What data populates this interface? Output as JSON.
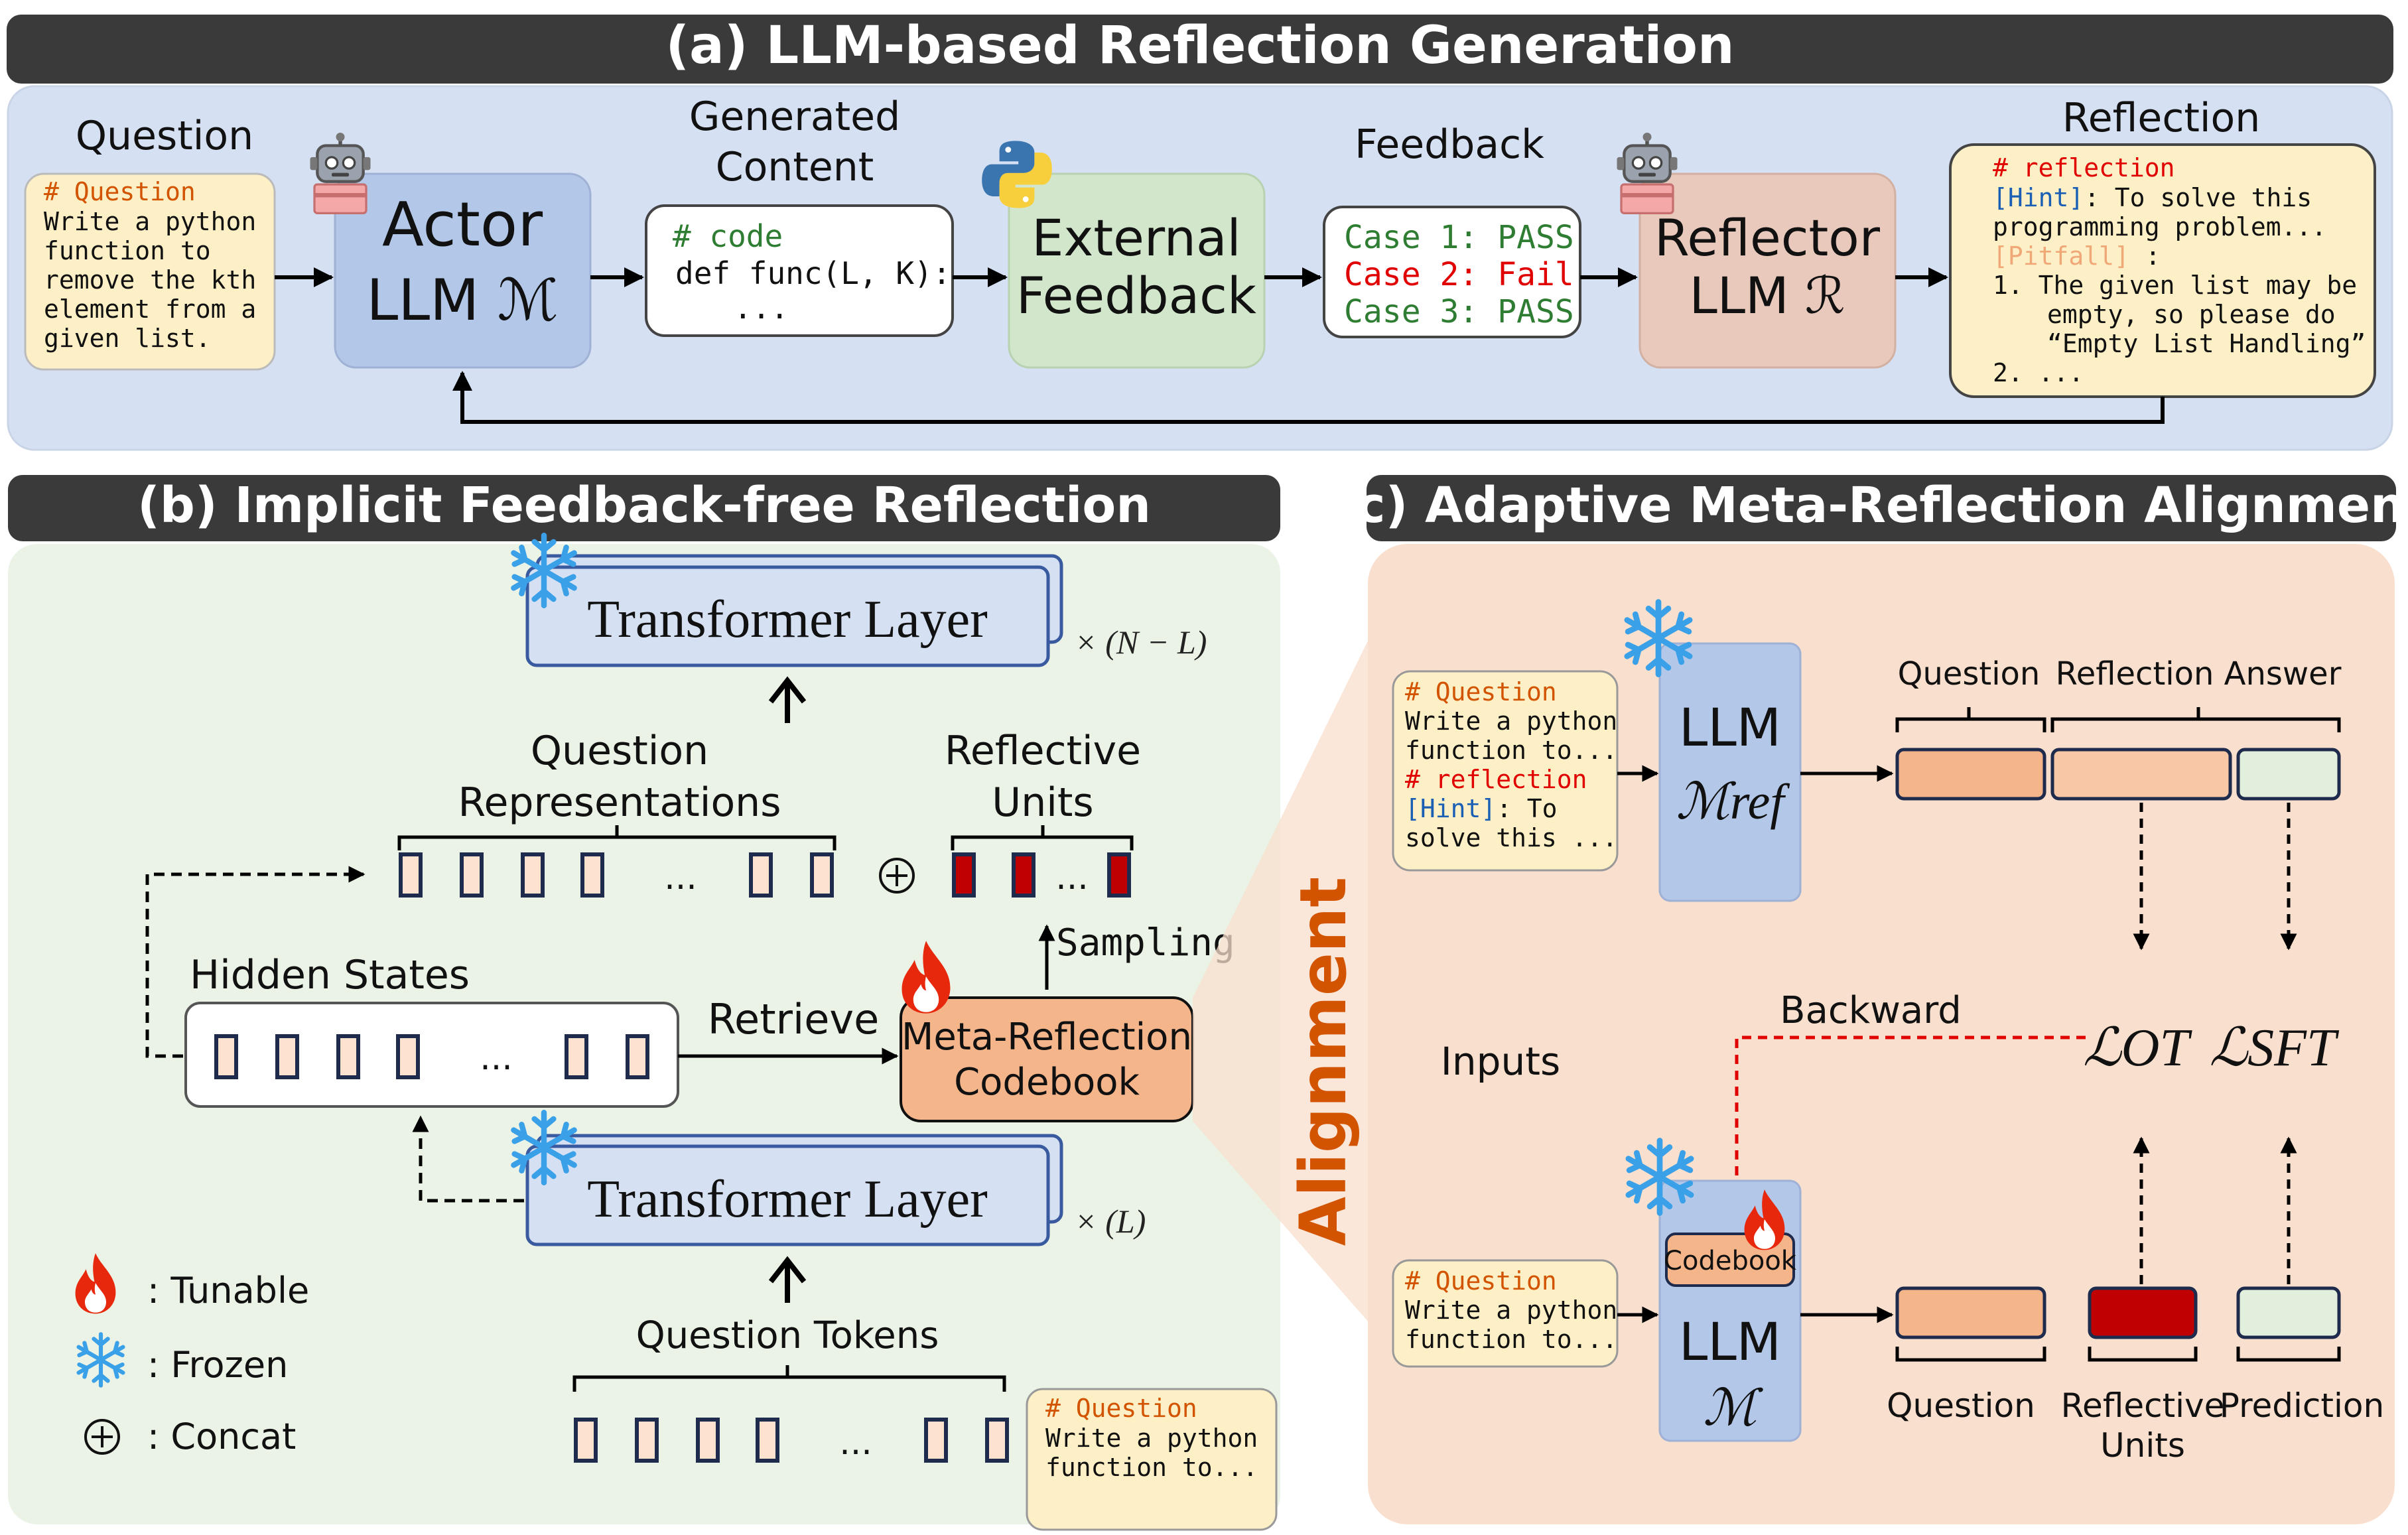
{
  "panel_a": {
    "title": "(a) LLM-based Reflection Generation",
    "question_label": "Question",
    "question_card": {
      "header": "# Question",
      "lines": [
        "Write a python",
        "function to",
        "remove the kth",
        "element from a",
        "given list."
      ]
    },
    "actor": {
      "line1": "Actor",
      "line2": "LLM ℳ"
    },
    "generated_label": {
      "line1": "Generated",
      "line2": "Content"
    },
    "code_card": {
      "header": "# code",
      "line1": "def func(L, K):",
      "line2": "..."
    },
    "external": {
      "line1": "External",
      "line2": "Feedback"
    },
    "feedback_label": "Feedback",
    "feedback_cases": [
      {
        "text": "Case 1: PASS",
        "color": "#2e7d32"
      },
      {
        "text": "Case 2: Fail",
        "color": "#e00000"
      },
      {
        "text": "Case 3: PASS",
        "color": "#2e7d32"
      }
    ],
    "reflector": {
      "line1": "Reflector",
      "line2": "LLM ℛ"
    },
    "reflection_label": "Reflection",
    "reflection_card": {
      "header": "# reflection",
      "hint_tag": "[Hint]",
      "hint_text": ": To solve this",
      "hint_line2": "programming problem...",
      "pitfall_tag": "[Pitfall]",
      "pitfall_colon": ":",
      "item1_line1": "1.  The given list may be",
      "item1_line2": "empty, so please do",
      "item1_line3": "“Empty List Handling”",
      "item2": "2.  ..."
    }
  },
  "panel_b": {
    "title": "(b) Implicit Feedback-free Reflection",
    "top_transformer": "Transformer Layer",
    "top_multiplier": "× (N − L)",
    "question_repr": {
      "line1": "Question",
      "line2": "Representations"
    },
    "reflective_units": {
      "line1": "Reflective",
      "line2": "Units"
    },
    "ellipsis": "...",
    "sampling": "Sampling",
    "hidden_states": "Hidden States",
    "retrieve": "Retrieve",
    "codebook": {
      "line1": "Meta-Reflection",
      "line2": "Codebook"
    },
    "bottom_transformer": "Transformer Layer",
    "bottom_multiplier": "× (L)",
    "question_tokens": "Question Tokens",
    "legend": [
      {
        "icon": "fire-icon",
        "text": ": Tunable"
      },
      {
        "icon": "snowflake-icon",
        "text": ": Frozen"
      },
      {
        "icon": "concat-icon",
        "text": ": Concat"
      }
    ],
    "question_card": {
      "header": "# Question",
      "line1": "Write a python",
      "line2": "function to..."
    }
  },
  "panel_c": {
    "title": "(c) Adaptive Meta-Reflection Alignment",
    "alignment": "Alignment",
    "top_card": {
      "header": "# Question",
      "line1": "Write a python",
      "line2": "function to...",
      "reflection_header": "# reflection",
      "hint_tag": "[Hint]",
      "hint_text": ": To",
      "line3": "solve this ..."
    },
    "llm_ref": {
      "line1": "LLM",
      "line2": "ℳref"
    },
    "question_label_top": "Question",
    "reflection_answer": "Reflection Answer",
    "backward": "Backward",
    "loss_ot": "ℒOT",
    "loss_sft": "ℒSFT",
    "inputs": "Inputs",
    "bottom_card": {
      "header": "# Question",
      "line1": "Write a python",
      "line2": "function to..."
    },
    "codebook": "Codebook",
    "llm_m": {
      "line1": "LLM",
      "line2": "ℳ"
    },
    "bottom_labels": {
      "question": "Question",
      "reflective_line1": "Reflective",
      "reflective_line2": "Units",
      "prediction": "Prediction"
    }
  },
  "colors": {
    "title_bar": "#3a3a3a",
    "panel_a_bg": "#d6e0f3",
    "panel_b_bg": "#eaf3e6",
    "panel_c_bg": "#f9dfcd",
    "llm_blue": "#b3c7e8",
    "feedback_green": "#d2e6cc",
    "reflector_pink": "#e8c9bc",
    "card_yellow": "#fdf0c6",
    "token_orange": "#f4b58b",
    "unit_red": "#c00000",
    "prediction_green": "#e2efdc",
    "accent_orange": "#d35400"
  }
}
